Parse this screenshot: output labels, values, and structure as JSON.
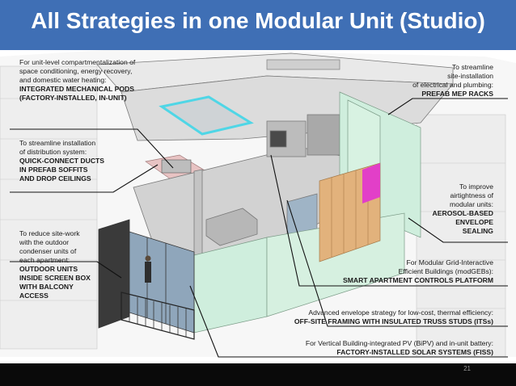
{
  "slide": {
    "title": "All Strategies in one Modular Unit (Studio)",
    "page_number": "21"
  },
  "callouts": {
    "pods": {
      "lines": [
        "For unit-level compartmentalization of",
        "space conditioning, energy recovery,",
        "and domestic water heating:"
      ],
      "bold": [
        "INTEGRATED MECHANICAL PODS",
        "(FACTORY-INSTALLED, IN-UNIT)"
      ]
    },
    "ducts": {
      "lines": [
        "To streamline installation",
        "of distribution system:"
      ],
      "bold": [
        "QUICK-CONNECT DUCTS",
        "IN PREFAB SOFFITS",
        "AND DROP CEILINGS"
      ]
    },
    "outdoor": {
      "lines": [
        "To reduce site-work",
        "with the outdoor",
        "condenser units of",
        "each apartment:"
      ],
      "bold": [
        "OUTDOOR UNITS",
        "INSIDE SCREEN BOX",
        "WITH BALCONY",
        "ACCESS"
      ]
    },
    "mep": {
      "lines": [
        "To streamline",
        "site-installation",
        "of electrical and plumbing:"
      ],
      "bold": [
        "PREFAB MEP RACKS"
      ]
    },
    "aerosol": {
      "lines": [
        "To improve",
        "airtightness of",
        "modular units:"
      ],
      "bold": [
        "AEROSOL-BASED",
        "ENVELOPE",
        "SEALING"
      ]
    },
    "smart": {
      "lines": [
        "For Modular Grid-Interactive",
        "Efficient Buildings (modGEBs):"
      ],
      "bold": [
        "SMART APARTMENT CONTROLS PLATFORM"
      ]
    },
    "framing": {
      "lines": [
        "Advanced envelope strategy for low-cost, thermal efficiency:"
      ],
      "bold": [
        "OFF-SITE FRAMING WITH INSULATED TRUSS STUDS (ITSs)"
      ]
    },
    "solar": {
      "lines": [
        "For Vertical Building-integrated PV (BiPV) and in-unit battery:"
      ],
      "bold": [
        "FACTORY-INSTALLED SOLAR SYSTEMS (FISS)"
      ]
    }
  },
  "colors": {
    "title_bar": "#3f6fb5",
    "highlight_cyan": "#4fd6e6",
    "highlight_magenta": "#e23fc8",
    "highlight_green": "#cfeedd",
    "highlight_wood": "#e2b27c"
  }
}
